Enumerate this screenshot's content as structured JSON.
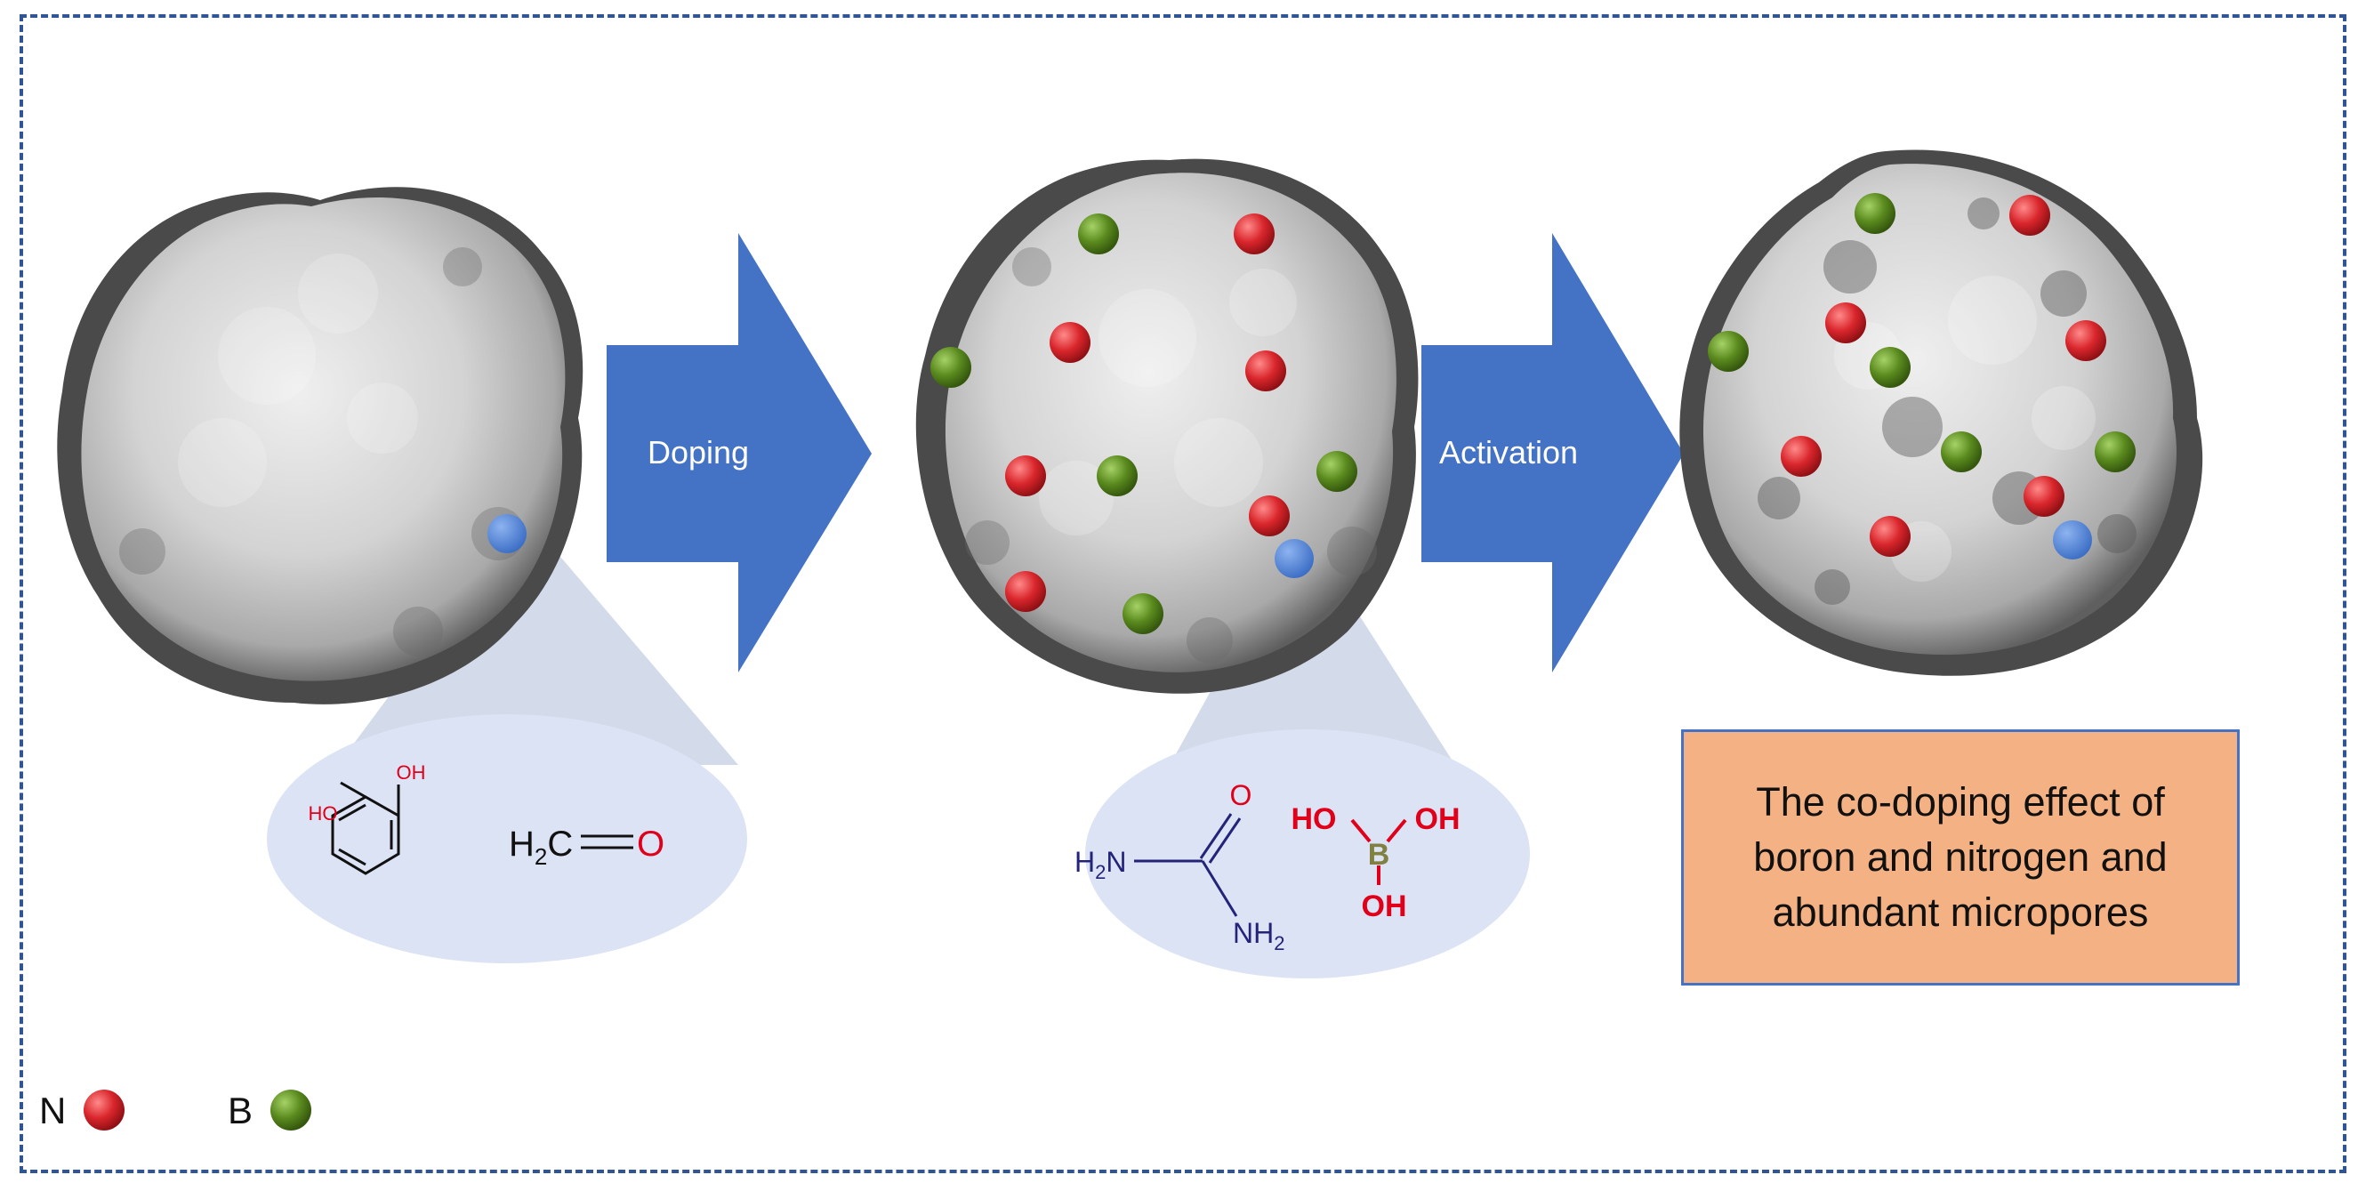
{
  "steps": [
    {
      "label": "Doping"
    },
    {
      "label": "Activation"
    }
  ],
  "precursors_stage1": {
    "phenol_oh_top": "OH",
    "phenol_oh_left": "HO",
    "formaldehyde_left": "H",
    "formaldehyde_sub": "2",
    "formaldehyde_c": "C",
    "formaldehyde_o": "O"
  },
  "precursors_stage2": {
    "urea_o": "O",
    "urea_h2n_h": "H",
    "urea_h2n_sub": "2",
    "urea_h2n_n": "N",
    "urea_nh2_n": "NH",
    "urea_nh2_sub": "2",
    "boric_ho": "HO",
    "boric_b": "B",
    "boric_oh_right": "OH",
    "boric_oh_bottom": "OH"
  },
  "result_box": {
    "lines": [
      "The co-doping effect of",
      "boron and nitrogen and",
      "abundant micropores"
    ]
  },
  "legend": [
    {
      "label": "N",
      "color": "#d9262c"
    },
    {
      "label": "B",
      "color": "#5a8a1e"
    }
  ],
  "colors": {
    "arrow": "#4472c4",
    "frame": "#2f5597",
    "nitrogen_dot": "#d9262c",
    "boron_dot": "#5a8a1e",
    "marker_dot": "#4a7fd4",
    "zoom_ellipse": "#dbe3f4",
    "result_fill": "#f4b183",
    "oxygen_text": "#e0001a",
    "amine_text": "#23237a",
    "boron_text": "#808040"
  },
  "icons": {
    "particle": "porous-carbon-sphere-icon",
    "dopant_n": "nitrogen-atom-icon",
    "dopant_b": "boron-atom-icon"
  }
}
